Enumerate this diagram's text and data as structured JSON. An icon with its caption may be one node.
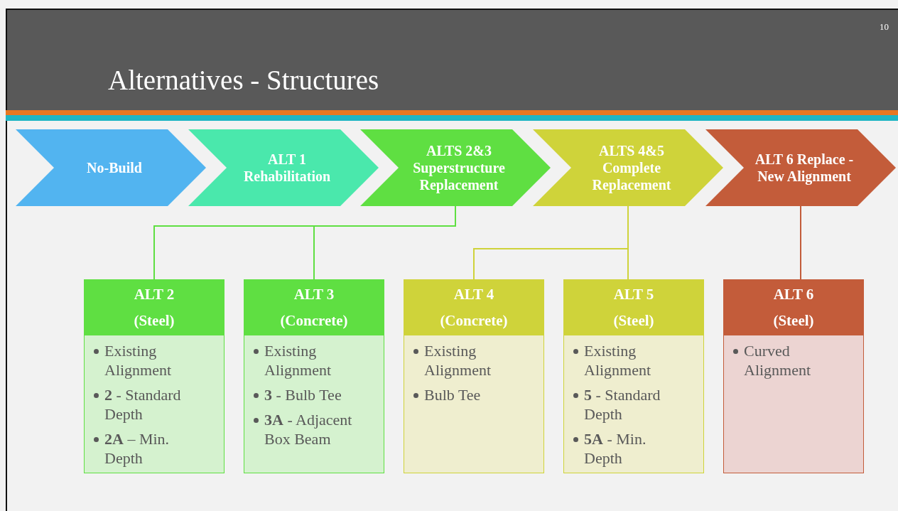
{
  "diagram": {
    "title": "Alternatives - Structures",
    "nodes": [
      {
        "text": [
          "No-Build"
        ]
      },
      {
        "text": [
          "ALT 1 Rehabilitation"
        ]
      },
      {
        "text": [
          "ALTS 2&3 Superstructure Replacement"
        ]
      },
      {
        "text": [
          "ALTS 4&5 Complete Replacement"
        ]
      },
      {
        "text": [
          "ALT 6 Replace - New Alignment"
        ]
      },
      {
        "text": [
          "ALT 2 (Steel)",
          "Existing Alignment",
          "**2** - Standard Depth",
          "**2A** – Min. Depth"
        ]
      },
      {
        "text": [
          "ALT 3 (Concrete)",
          "Existing Alignment",
          "**3** - Bulb Tee",
          "**3A** - Adjacent Box Beam"
        ]
      },
      {
        "text": [
          "ALT 4 (Concrete)",
          "Existing Alignment",
          "Bulb Tee"
        ]
      },
      {
        "text": [
          "ALT 5 (Steel)",
          "Existing Alignment",
          "**5** - Standard Depth",
          "**5A** - Min. Depth"
        ]
      },
      {
        "text": [
          "ALT 6 (Steel)",
          "Curved Alignment"
        ]
      }
    ],
    "edges": [
      {
        "from": 2,
        "to": 5,
        "arrow": "none",
        "color": "#5fdf42"
      },
      {
        "from": 2,
        "to": 6,
        "arrow": "none",
        "color": "#5fdf42"
      },
      {
        "from": 3,
        "to": 7,
        "arrow": "none",
        "color": "#cfd33a"
      },
      {
        "from": 3,
        "to": 8,
        "arrow": "none",
        "color": "#cfd33a"
      },
      {
        "from": 4,
        "to": 9,
        "arrow": "none",
        "color": "#c35c3a"
      }
    ],
    "labels": [
      "10"
    ]
  }
}
